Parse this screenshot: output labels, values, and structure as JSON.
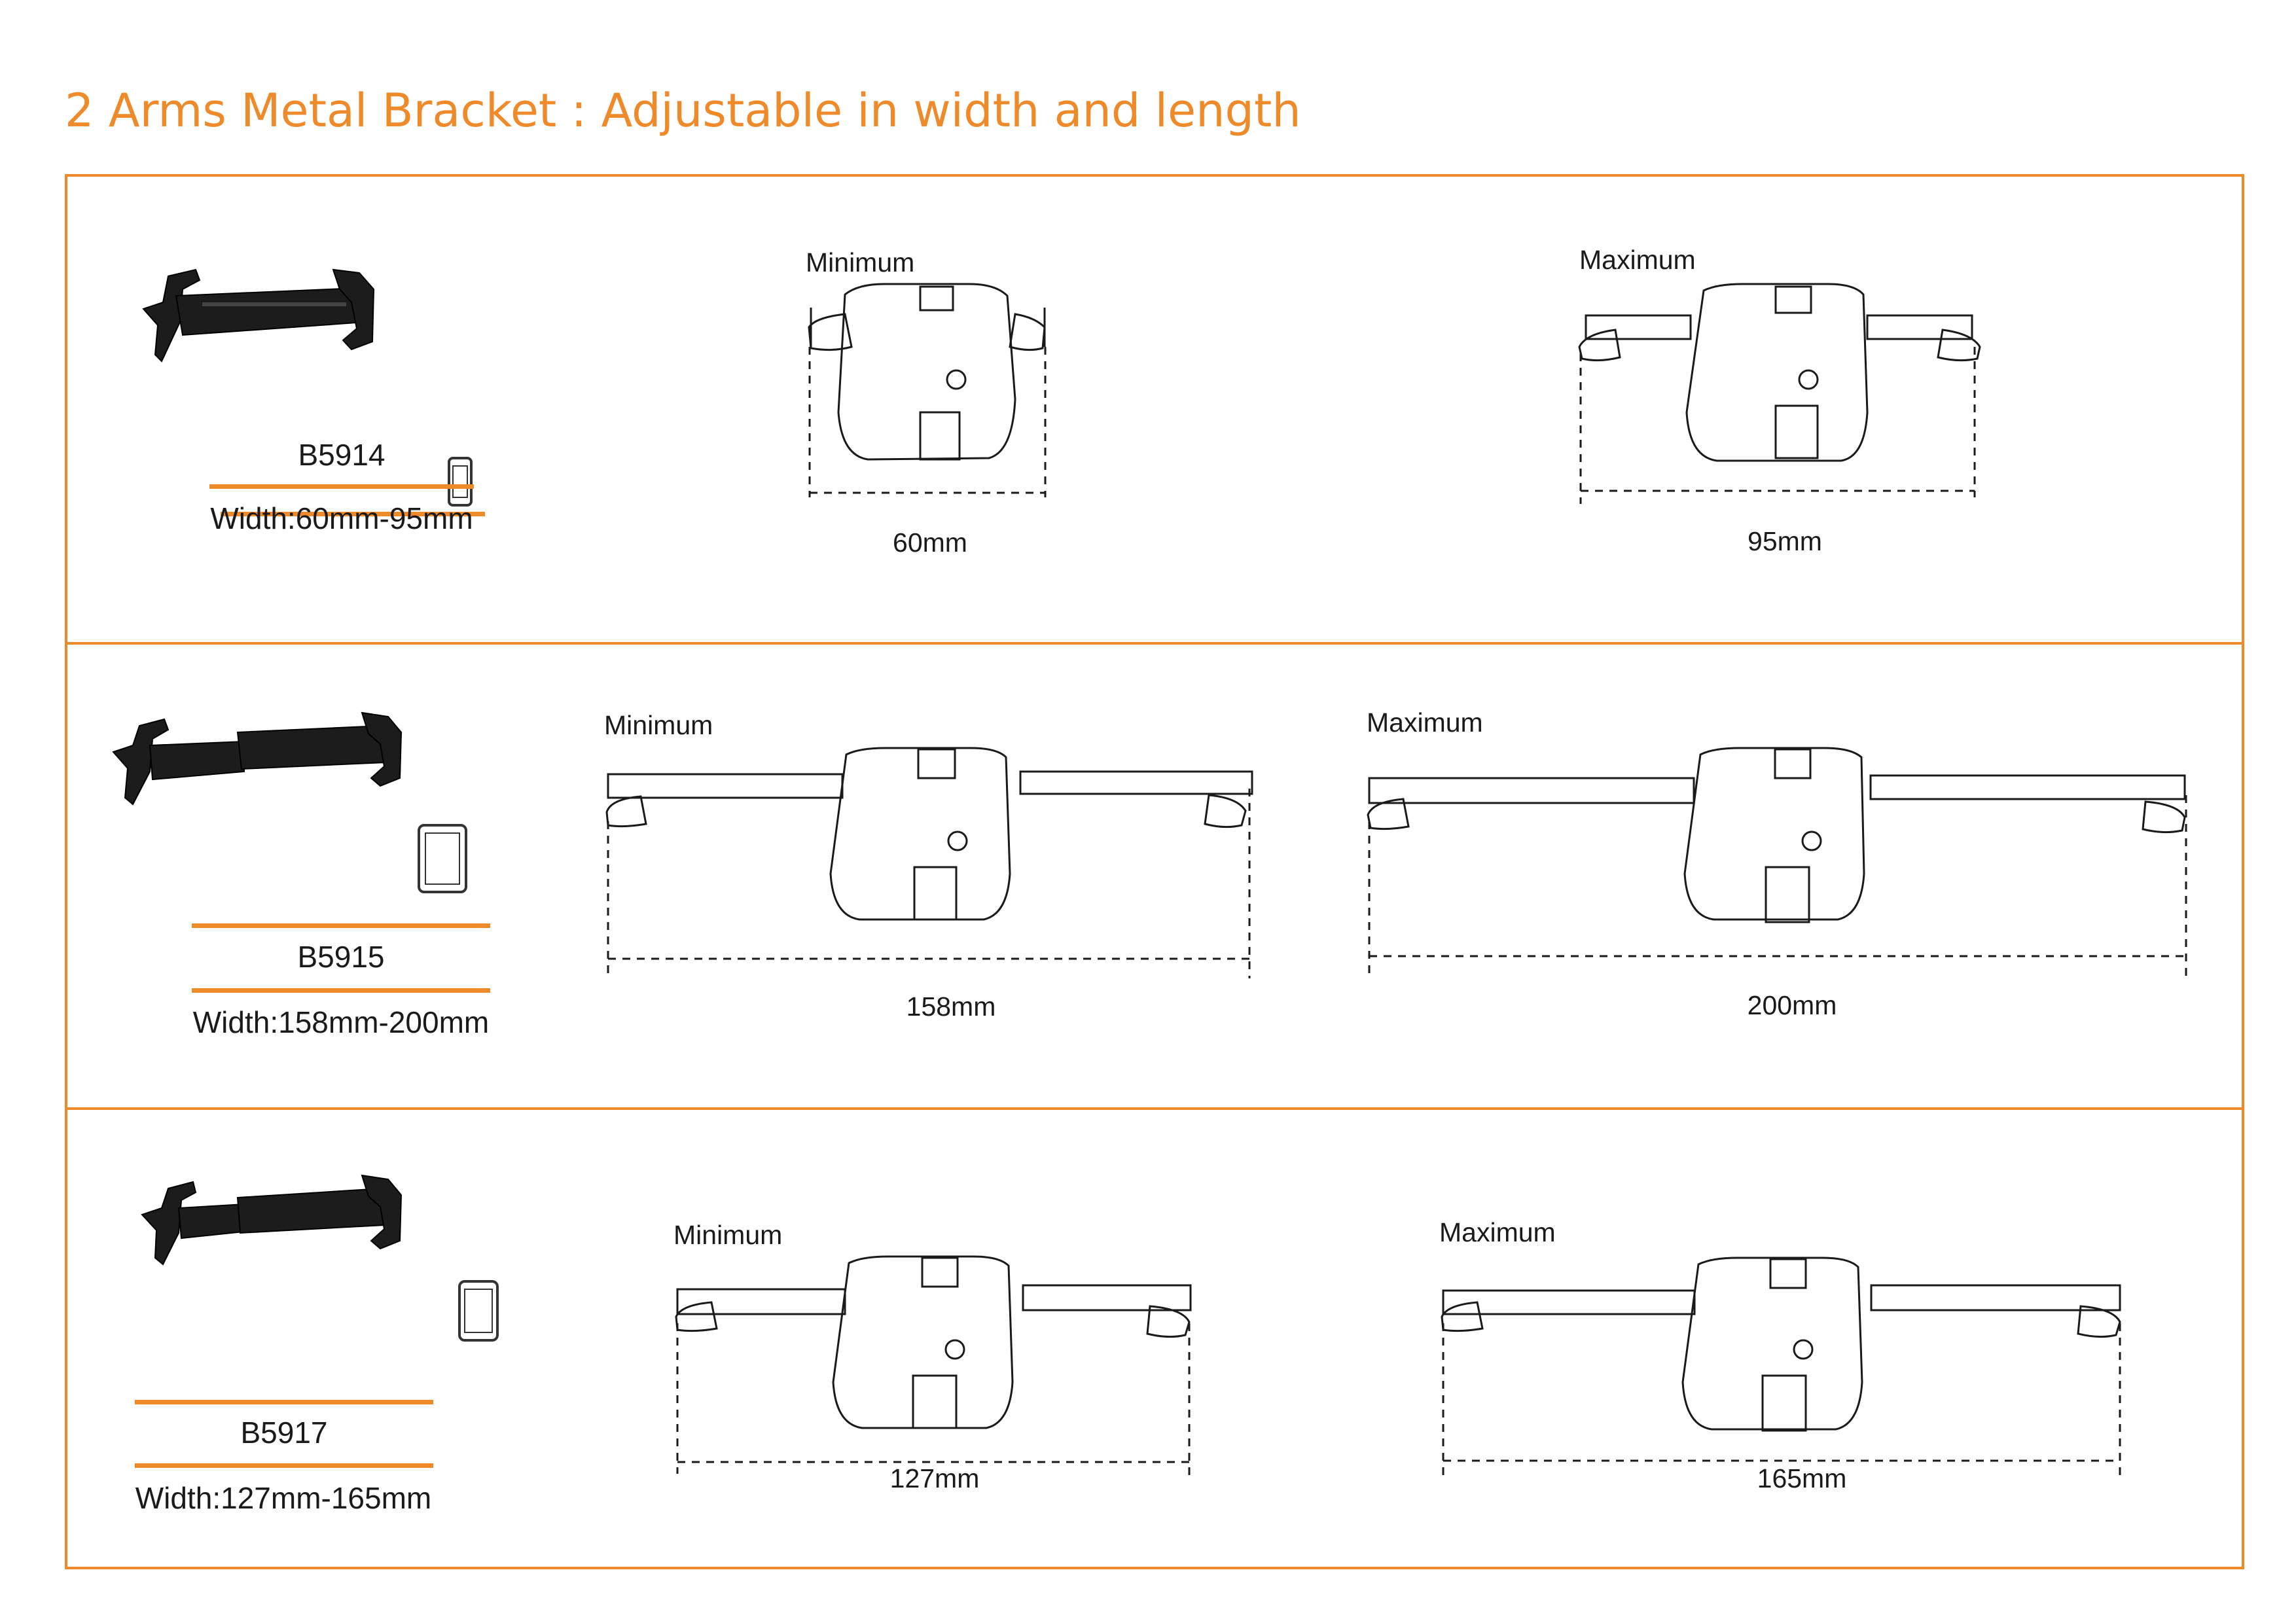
{
  "title": "2 Arms Metal Bracket : Adjustable in width and length",
  "products": [
    {
      "code": "B5914",
      "width_range": "Width:60mm-95mm",
      "device_icon": "smartphone-icon",
      "minimum": {
        "label": "Minimum",
        "dimension": "60mm"
      },
      "maximum": {
        "label": "Maximum",
        "dimension": "95mm"
      }
    },
    {
      "code": "B5915",
      "width_range": "Width:158mm-200mm",
      "device_icon": "tablet-icon",
      "minimum": {
        "label": "Minimum",
        "dimension": "158mm"
      },
      "maximum": {
        "label": "Maximum",
        "dimension": "200mm"
      }
    },
    {
      "code": "B5917",
      "width_range": "Width:127mm-165mm",
      "device_icon": "mini-tablet-icon",
      "minimum": {
        "label": "Minimum",
        "dimension": "127mm"
      },
      "maximum": {
        "label": "Maximum",
        "dimension": "165mm"
      }
    }
  ],
  "colors": {
    "accent": "#ee8a2a",
    "line": "#1a1a1a"
  }
}
